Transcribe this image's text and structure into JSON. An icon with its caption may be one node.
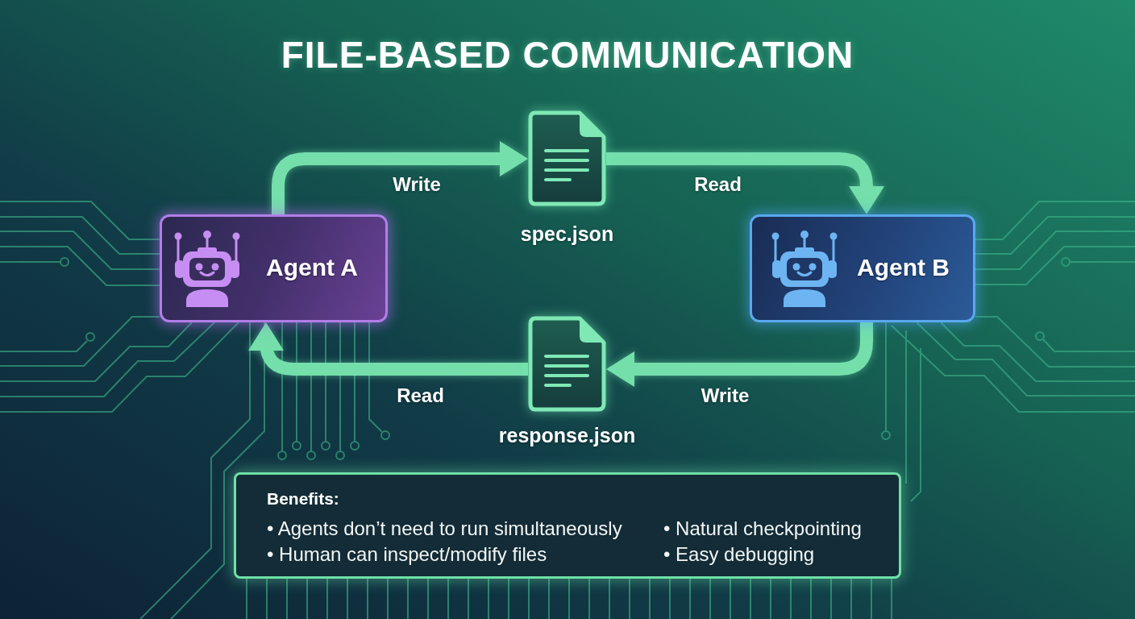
{
  "diagram": {
    "title": "FILE-BASED COMMUNICATION",
    "nodes": [
      {
        "text": [
          "Agent A"
        ]
      },
      {
        "text": [
          "spec.json"
        ]
      },
      {
        "text": [
          "Agent B"
        ]
      },
      {
        "text": [
          "response.json"
        ]
      },
      {
        "text": [
          "Benefits:",
          "• Agents don’t need to run simultaneously",
          "• Natural checkpointing",
          "• Human can inspect/modify files",
          "• Easy debugging"
        ]
      }
    ],
    "edges": [
      {
        "from": 0,
        "to": 1,
        "arrow": "to",
        "label": "Write"
      },
      {
        "from": 1,
        "to": 2,
        "arrow": "to",
        "label": "Read"
      },
      {
        "from": 2,
        "to": 3,
        "arrow": "to",
        "label": "Write"
      },
      {
        "from": 3,
        "to": 0,
        "arrow": "to",
        "label": "Read"
      }
    ]
  }
}
